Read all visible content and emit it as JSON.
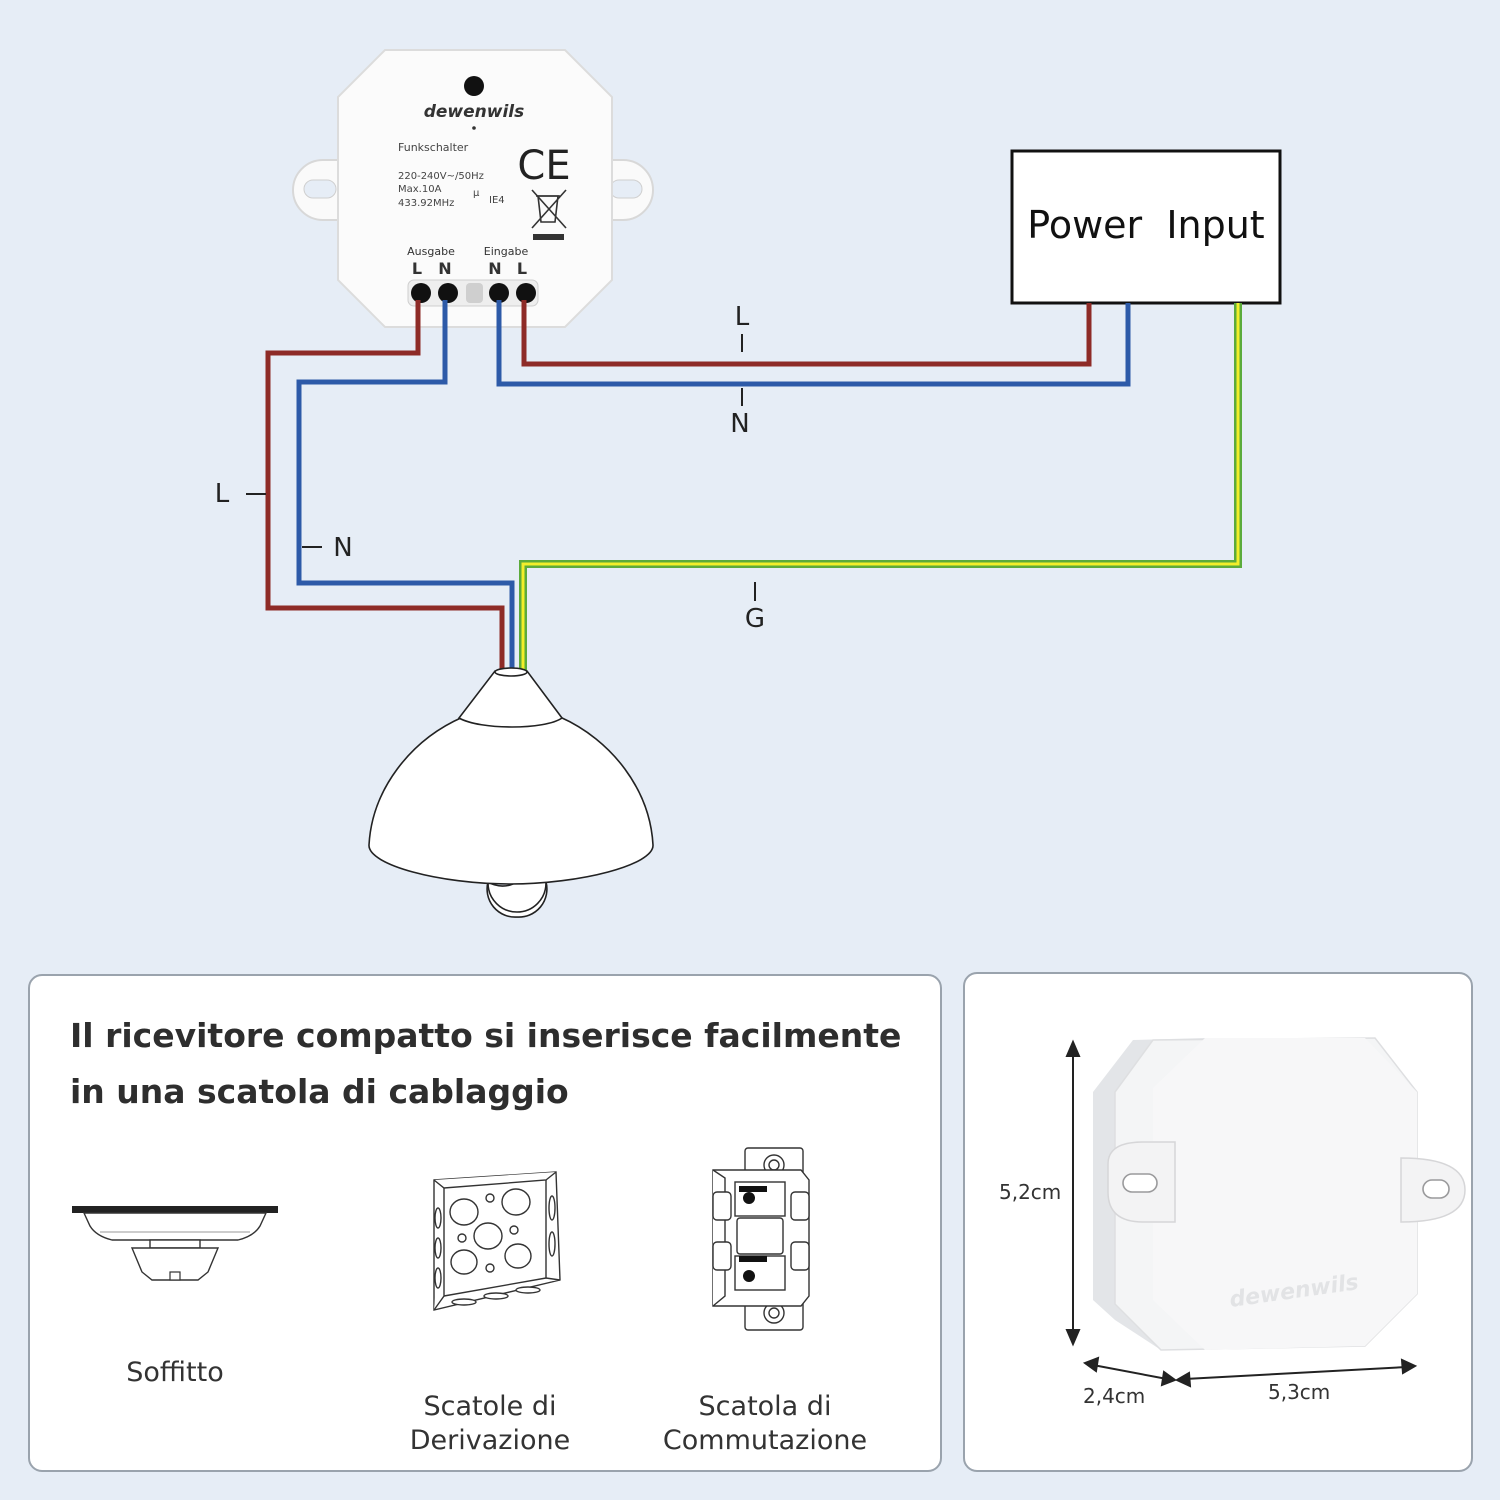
{
  "device": {
    "brand": "dewenwils",
    "model_label": "Funkschalter",
    "spec_line1": "220-240V~/50Hz",
    "spec_line2": "Max.10A",
    "spec_line3": "433.92MHz",
    "mu_symbol": "μ",
    "ie_label": "IE4",
    "ce_mark": "CE",
    "output_label": "Ausgabe",
    "input_label": "Eingabe",
    "term_out_l": "L",
    "term_out_n": "N",
    "term_in_n": "N",
    "term_in_l": "L"
  },
  "power_input": {
    "label": "Power  Input"
  },
  "wires": {
    "top_l": "L",
    "top_n": "N",
    "left_l": "L",
    "left_n": "N",
    "ground": "G",
    "colors": {
      "live": "#8e2b27",
      "neutral": "#2d5aa8",
      "ground_green": "#5bab3b",
      "ground_yellow": "#f2ee2a"
    }
  },
  "info": {
    "headline": "Il ricevitore compatto si inserisce facilmente in una scatola di cablaggio",
    "items": [
      {
        "label": "Soffitto"
      },
      {
        "label": "Scatole di\nDerivazione"
      },
      {
        "label": "Scatola di\nCommutazione"
      }
    ]
  },
  "dimensions": {
    "height": "5,2cm",
    "depth": "2,4cm",
    "width": "5,3cm",
    "brand_watermark": "dewenwils"
  }
}
